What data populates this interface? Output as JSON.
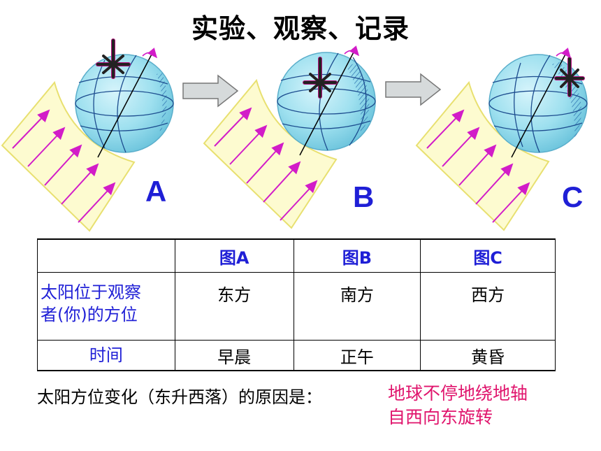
{
  "title": "实验、观察、记录",
  "panels": [
    {
      "label": "A"
    },
    {
      "label": "B"
    },
    {
      "label": "C"
    }
  ],
  "table": {
    "headers": [
      "",
      "图A",
      "图B",
      "图C"
    ],
    "rows": [
      {
        "label_line1": "太阳位于观察",
        "label_line2": "者(你)的方位",
        "cells": [
          "东方",
          "南方",
          "西方"
        ]
      },
      {
        "label": "时间",
        "cells": [
          "早晨",
          "正午",
          "黄昏"
        ]
      }
    ]
  },
  "question": "太阳方位变化（东升西落）的原因是：",
  "answer": {
    "line1": "地球不停地绕地轴",
    "line2": "自西向东旋转"
  },
  "colors": {
    "sunlight_panel": "#fdfbd0",
    "panel_border": "#e8e070",
    "ray": "#d21cc8",
    "globe": "#9ee0ef",
    "globe_line": "#1d4d8f",
    "label": "#1f1fd6",
    "answer": "#e0156d"
  }
}
